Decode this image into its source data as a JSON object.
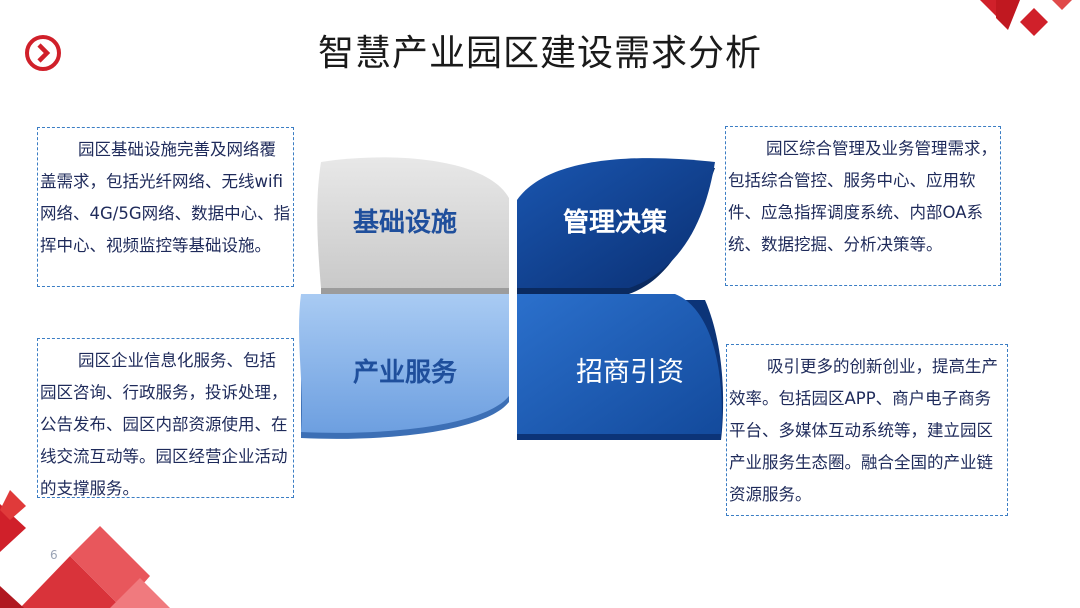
{
  "title": "智慧产业园区建设需求分析",
  "page_number": "6",
  "quadrants": {
    "top_left": "基础设施",
    "top_right": "管理决策",
    "bottom_left": "产业服务",
    "bottom_right": "招商引资"
  },
  "descriptions": {
    "infrastructure": "园区基础设施完善及网络覆盖需求，包括光纤网络、无线wifi网络、4G/5G网络、数据中心、指挥中心、视频监控等基础设施。",
    "management": "园区综合管理及业务管理需求，包括综合管控、服务中心、应用软件、应急指挥调度系统、内部OA系统、数据挖掘、分析决策等。",
    "industry_service": "园区企业信息化服务、包括园区咨询、行政服务，投诉处理，公告发布、园区内部资源使用、在线交流互动等。园区经营企业活动的支撑服务。",
    "investment": "吸引更多的创新创业，提高生产效率。包括园区APP、商户电子商务平台、多媒体互动系统等，建立园区产业服务生态圈。融合全国的产业链资源服务。"
  },
  "colors": {
    "accent_red": "#d0202a",
    "box_border": "#3b7dc4",
    "petal_gray": "#d6d6d6",
    "petal_dark_blue": "#0e3f8c",
    "petal_light_blue": "#8fb9ec",
    "petal_mid_blue": "#1f5fb5"
  }
}
